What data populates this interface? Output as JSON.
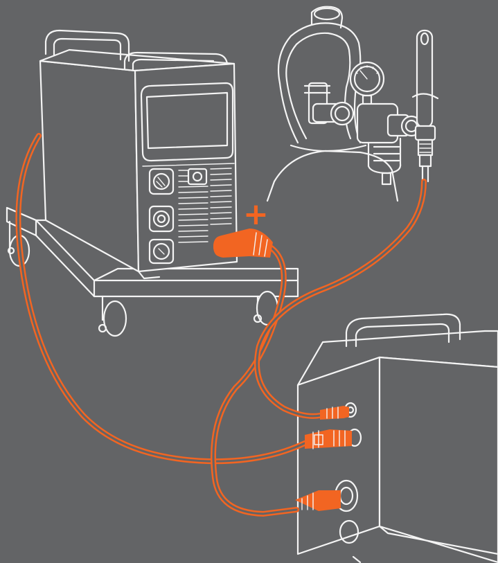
{
  "labels": {
    "plus": "+"
  },
  "colors": {
    "background": "#636466",
    "line": "#f4f4f4",
    "cable": "#f26522",
    "cable_core": "#636466"
  },
  "components": [
    {
      "id": "welding-machine",
      "icon": "welder-icon"
    },
    {
      "id": "welding-cart",
      "icon": "cart-icon"
    },
    {
      "id": "gas-cylinder",
      "icon": "gas-cylinder-icon"
    },
    {
      "id": "gas-regulator",
      "icon": "regulator-icon"
    },
    {
      "id": "wire-feeder",
      "icon": "wire-feeder-icon"
    }
  ]
}
